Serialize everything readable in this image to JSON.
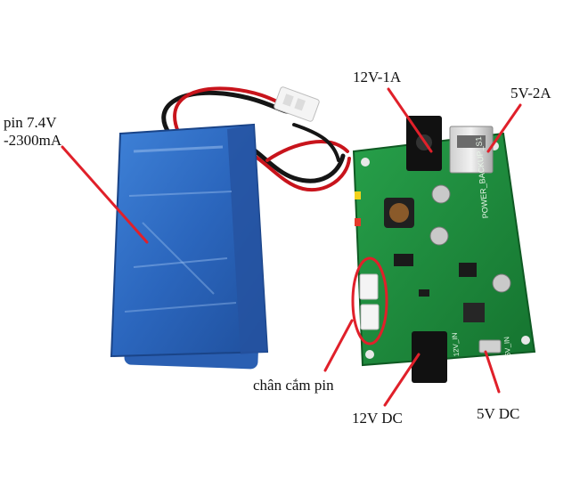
{
  "labels": {
    "battery_line1": "pin 7.4V",
    "battery_line2": "-2300mA",
    "output_12v": "12V-1A",
    "output_5v": "5V-2A",
    "battery_connector": "chân cắm pin",
    "input_12v": "12V DC",
    "input_5v": "5V DC"
  },
  "board": {
    "silkscreen_title": "POWER_BACKUP_S1",
    "silkscreen_12vin": "12V_IN",
    "silkscreen_5vin": "5V_IN"
  },
  "colors": {
    "annotation": "#e0202a",
    "pcb": "#1f8a3c",
    "battery": "#2f6fc8",
    "wire_red": "#c8141c",
    "wire_black": "#151515"
  }
}
